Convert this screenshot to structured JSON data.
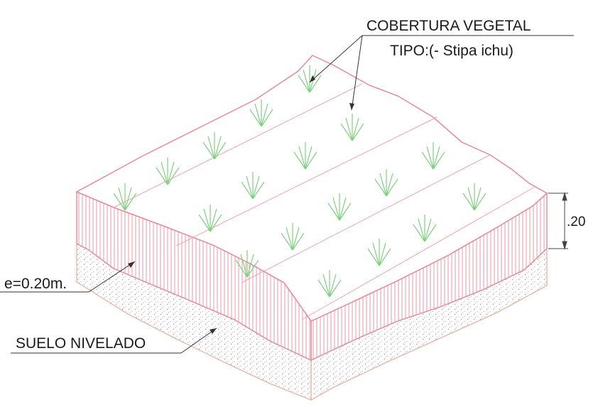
{
  "labels": {
    "cover_title": "COBERTURA VEGETAL",
    "cover_type": "TIPO:(- Stipa ichu)",
    "thickness": "e=0.20m.",
    "ground": "SUELO NIVELADO",
    "dimension": ".20"
  },
  "colors": {
    "topsoil_edge": "#e8899a",
    "topsoil_hatch": "#ee9aa8",
    "top_face": "#ffffff",
    "ground_speckle": "#9a9a9a",
    "ground_edge": "#e9b3a4",
    "grass": "#7ed07e",
    "text": "#1a1a1a",
    "leader": "#333333"
  }
}
